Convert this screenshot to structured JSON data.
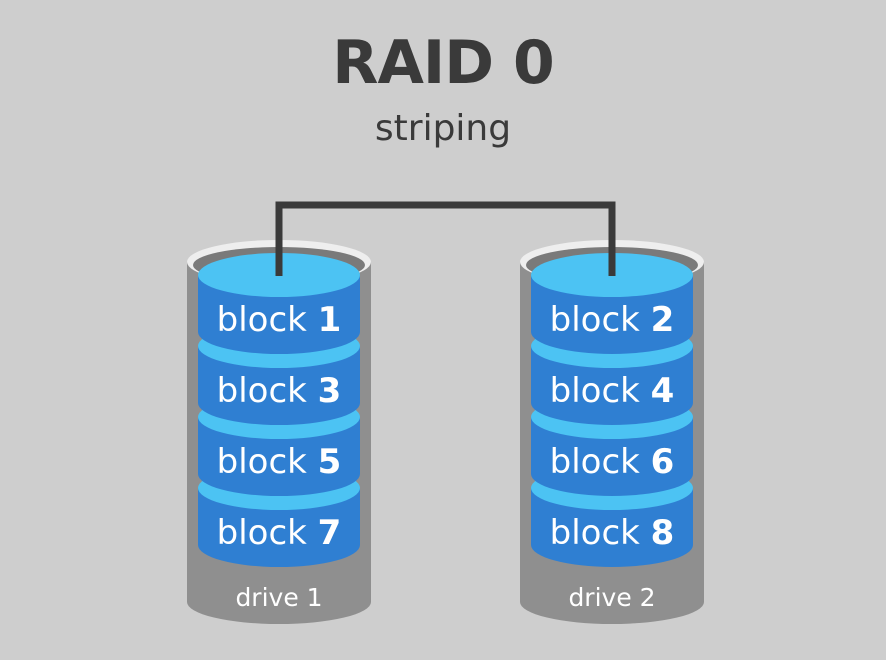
{
  "title": "RAID 0",
  "subtitle": "striping",
  "colors": {
    "background": "#cecece",
    "text": "#3a3a3a",
    "drive_body": "#8f8f8f",
    "drive_dark": "#7a7a7a",
    "drive_rim": "#eeeeee",
    "block_side": "#2f7fd2",
    "block_top": "#4cc3f3",
    "connector": "#3a3a3a"
  },
  "block_word": "block",
  "drives": [
    {
      "label": "drive 1",
      "blocks": [
        "1",
        "3",
        "5",
        "7"
      ]
    },
    {
      "label": "drive 2",
      "blocks": [
        "2",
        "4",
        "6",
        "8"
      ]
    }
  ]
}
